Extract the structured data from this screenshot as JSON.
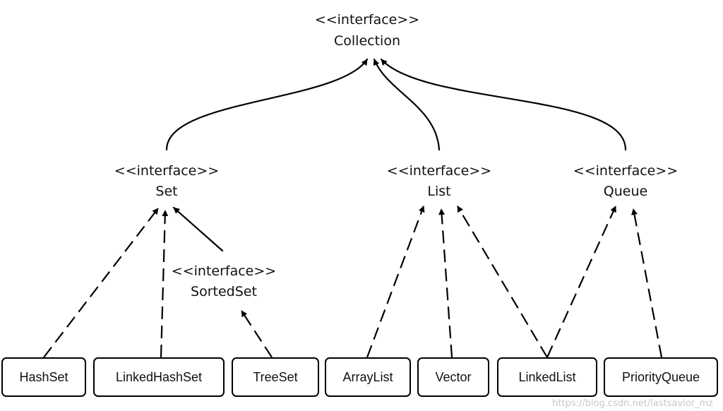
{
  "stereotype": "<<interface>>",
  "interfaces": {
    "collection": "Collection",
    "set": "Set",
    "sorted_set": "SortedSet",
    "list": "List",
    "queue": "Queue"
  },
  "classes": {
    "hash_set": "HashSet",
    "linked_hash_set": "LinkedHashSet",
    "tree_set": "TreeSet",
    "array_list": "ArrayList",
    "vector": "Vector",
    "linked_list": "LinkedList",
    "priority_queue": "PriorityQueue"
  },
  "watermark": "https://blog.csdn.net/lastsavior_mz"
}
